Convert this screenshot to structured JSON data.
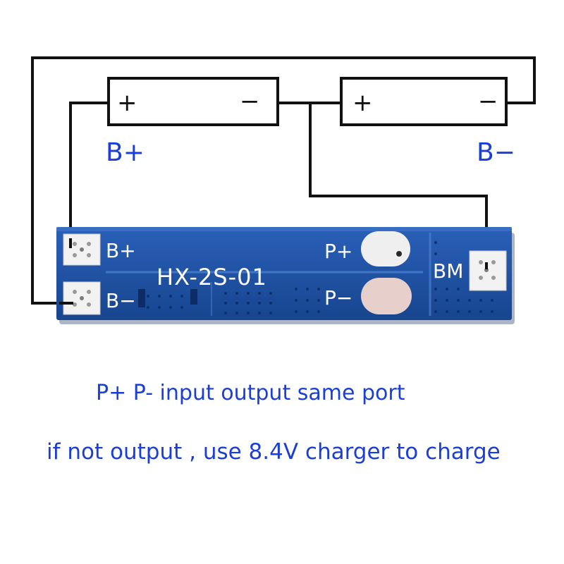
{
  "battery_left": {
    "plus": "+",
    "minus": "−"
  },
  "battery_right": {
    "plus": "+",
    "minus": "−"
  },
  "labels": {
    "b_plus": "B+",
    "b_minus": "B−"
  },
  "board": {
    "model": "HX-2S-01",
    "pad_b_plus": "B+",
    "pad_b_minus": "B−",
    "pad_p_plus": "P+",
    "pad_p_minus": "P−",
    "pad_bm": "BM"
  },
  "captions": {
    "line1": "P+ P- input output same port",
    "line2": "if not output , use 8.4V charger to charge"
  },
  "colors": {
    "board": "#1f4fa6",
    "pad_plus": "#efefef",
    "pad_minus": "#e7cfcb",
    "label_blue": "#1b3fd6",
    "wire": "#111111"
  }
}
